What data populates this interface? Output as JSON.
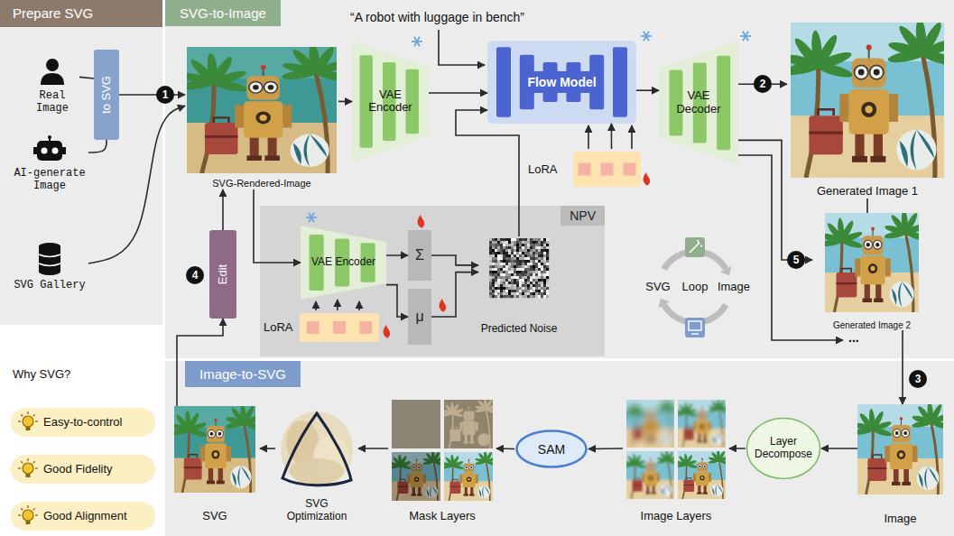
{
  "diagram": {
    "nodes": [
      {
        "text": [
          "Prepare SVG"
        ]
      },
      {
        "text": [
          "Real Image"
        ],
        "in": 0
      },
      {
        "text": [
          "AI-generate Image"
        ],
        "in": 0
      },
      {
        "text": [
          "SVG Gallery"
        ],
        "in": 0
      },
      {
        "text": [
          "to SVG"
        ],
        "in": 0
      },
      {
        "text": [
          "SVG-to-Image"
        ]
      },
      {
        "text": [
          "SVG-Rendered-Image"
        ],
        "in": 5
      },
      {
        "text": [
          "VAE Encoder"
        ],
        "in": 5
      },
      {
        "text": [
          "Flow Model"
        ],
        "in": 5
      },
      {
        "text": [
          "LoRA"
        ],
        "in": 5
      },
      {
        "text": [
          "VAE Decoder"
        ],
        "in": 5
      },
      {
        "text": [
          "Generated Image 1"
        ],
        "in": 5
      },
      {
        "text": [
          "Generated Image 2"
        ],
        "in": 5
      },
      {
        "text": [
          "NPV"
        ],
        "in": 5
      },
      {
        "text": [
          "VAE Encoder"
        ],
        "in": 13
      },
      {
        "text": [
          "LoRA"
        ],
        "in": 13
      },
      {
        "text": [
          "Σ"
        ],
        "in": 13
      },
      {
        "text": [
          "μ"
        ],
        "in": 13
      },
      {
        "text": [
          "Predicted Noise"
        ],
        "in": 13
      },
      {
        "text": [
          "Edit"
        ],
        "in": 5
      },
      {
        "text": [
          "Image-to-SVG"
        ]
      },
      {
        "text": [
          "SVG"
        ],
        "in": 20
      },
      {
        "text": [
          "SVG Optimization"
        ],
        "in": 20
      },
      {
        "text": [
          "Mask Layers"
        ],
        "in": 20
      },
      {
        "text": [
          "SAM"
        ],
        "in": 20
      },
      {
        "text": [
          "Image Layers"
        ],
        "in": 20
      },
      {
        "text": [
          "Layer Decompose"
        ],
        "in": 20
      },
      {
        "text": [
          "Image"
        ],
        "in": 20
      },
      {
        "text": [
          "Easy-to-control"
        ]
      },
      {
        "text": [
          "Good Fidelity"
        ]
      },
      {
        "text": [
          "Good Alignment"
        ]
      }
    ],
    "edges": [
      {
        "from": 1,
        "to": 4,
        "arrow": "none"
      },
      {
        "from": 2,
        "to": 4,
        "arrow": "none"
      },
      {
        "from": 4,
        "to": 6,
        "arrow": "to"
      },
      {
        "from": 3,
        "to": 6,
        "arrow": "to"
      },
      {
        "from": 6,
        "to": 7,
        "arrow": "to"
      },
      {
        "from": 7,
        "to": 8,
        "arrow": "to"
      },
      {
        "from": 6,
        "to": 14,
        "arrow": "to"
      },
      {
        "from": 14,
        "to": 16,
        "arrow": "to"
      },
      {
        "from": 14,
        "to": 17,
        "arrow": "to"
      },
      {
        "from": 16,
        "to": 18,
        "arrow": "to"
      },
      {
        "from": 17,
        "to": 18,
        "arrow": "to"
      },
      {
        "from": 18,
        "to": 8,
        "arrow": "to"
      },
      {
        "from": 9,
        "to": 8,
        "arrow": "to"
      },
      {
        "from": 15,
        "to": 14,
        "arrow": "to"
      },
      {
        "from": 8,
        "to": 10,
        "arrow": "to"
      },
      {
        "from": 10,
        "to": 11,
        "arrow": "to"
      },
      {
        "from": 10,
        "to": 12,
        "arrow": "to"
      },
      {
        "from": 11,
        "to": 12,
        "arrow": "none"
      },
      {
        "from": 12,
        "to": 27,
        "arrow": "to"
      },
      {
        "from": 27,
        "to": 26,
        "arrow": "to"
      },
      {
        "from": 26,
        "to": 25,
        "arrow": "to"
      },
      {
        "from": 25,
        "to": 24,
        "arrow": "to"
      },
      {
        "from": 24,
        "to": 23,
        "arrow": "to"
      },
      {
        "from": 23,
        "to": 22,
        "arrow": "to"
      },
      {
        "from": 22,
        "to": 21,
        "arrow": "to"
      },
      {
        "from": 21,
        "to": 19,
        "arrow": "to"
      },
      {
        "from": 19,
        "to": 6,
        "arrow": "to"
      }
    ],
    "labels": [
      "1",
      "2",
      "3",
      "4",
      "5",
      "“A robot with luggage in bench”",
      "...",
      "SVG",
      "Loop",
      "Image",
      "Why SVG?"
    ]
  }
}
